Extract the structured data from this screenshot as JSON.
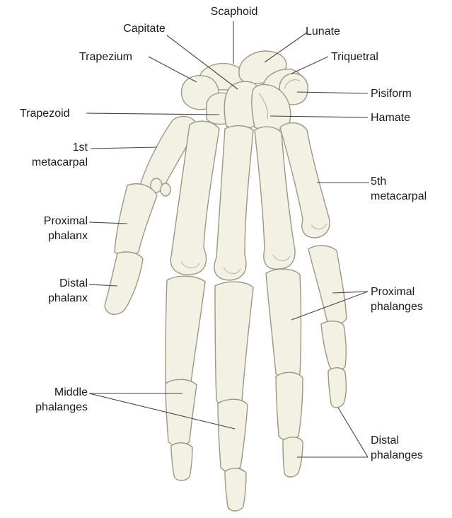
{
  "labels": {
    "scaphoid": "Scaphoid",
    "capitate": "Capitate",
    "lunate": "Lunate",
    "trapezium": "Trapezium",
    "triquetral": "Triquetral",
    "pisiform": "Pisiform",
    "trapezoid": "Trapezoid",
    "hamate": "Hamate",
    "first_metacarpal": [
      "1st",
      "metacarpal"
    ],
    "fifth_metacarpal": [
      "5th",
      "metacarpal"
    ],
    "proximal_phalanx": [
      "Proximal",
      "phalanx"
    ],
    "distal_phalanx": [
      "Distal",
      "phalanx"
    ],
    "proximal_phalanges": [
      "Proximal",
      "phalanges"
    ],
    "middle_phalanges": [
      "Middle",
      "phalanges"
    ],
    "distal_phalanges": [
      "Distal",
      "phalanges"
    ]
  },
  "colors": {
    "bone_fill": "#f3f1e4",
    "bone_outline": "#9c9884",
    "leader_line": "#444444",
    "text": "#1a1a1a"
  }
}
